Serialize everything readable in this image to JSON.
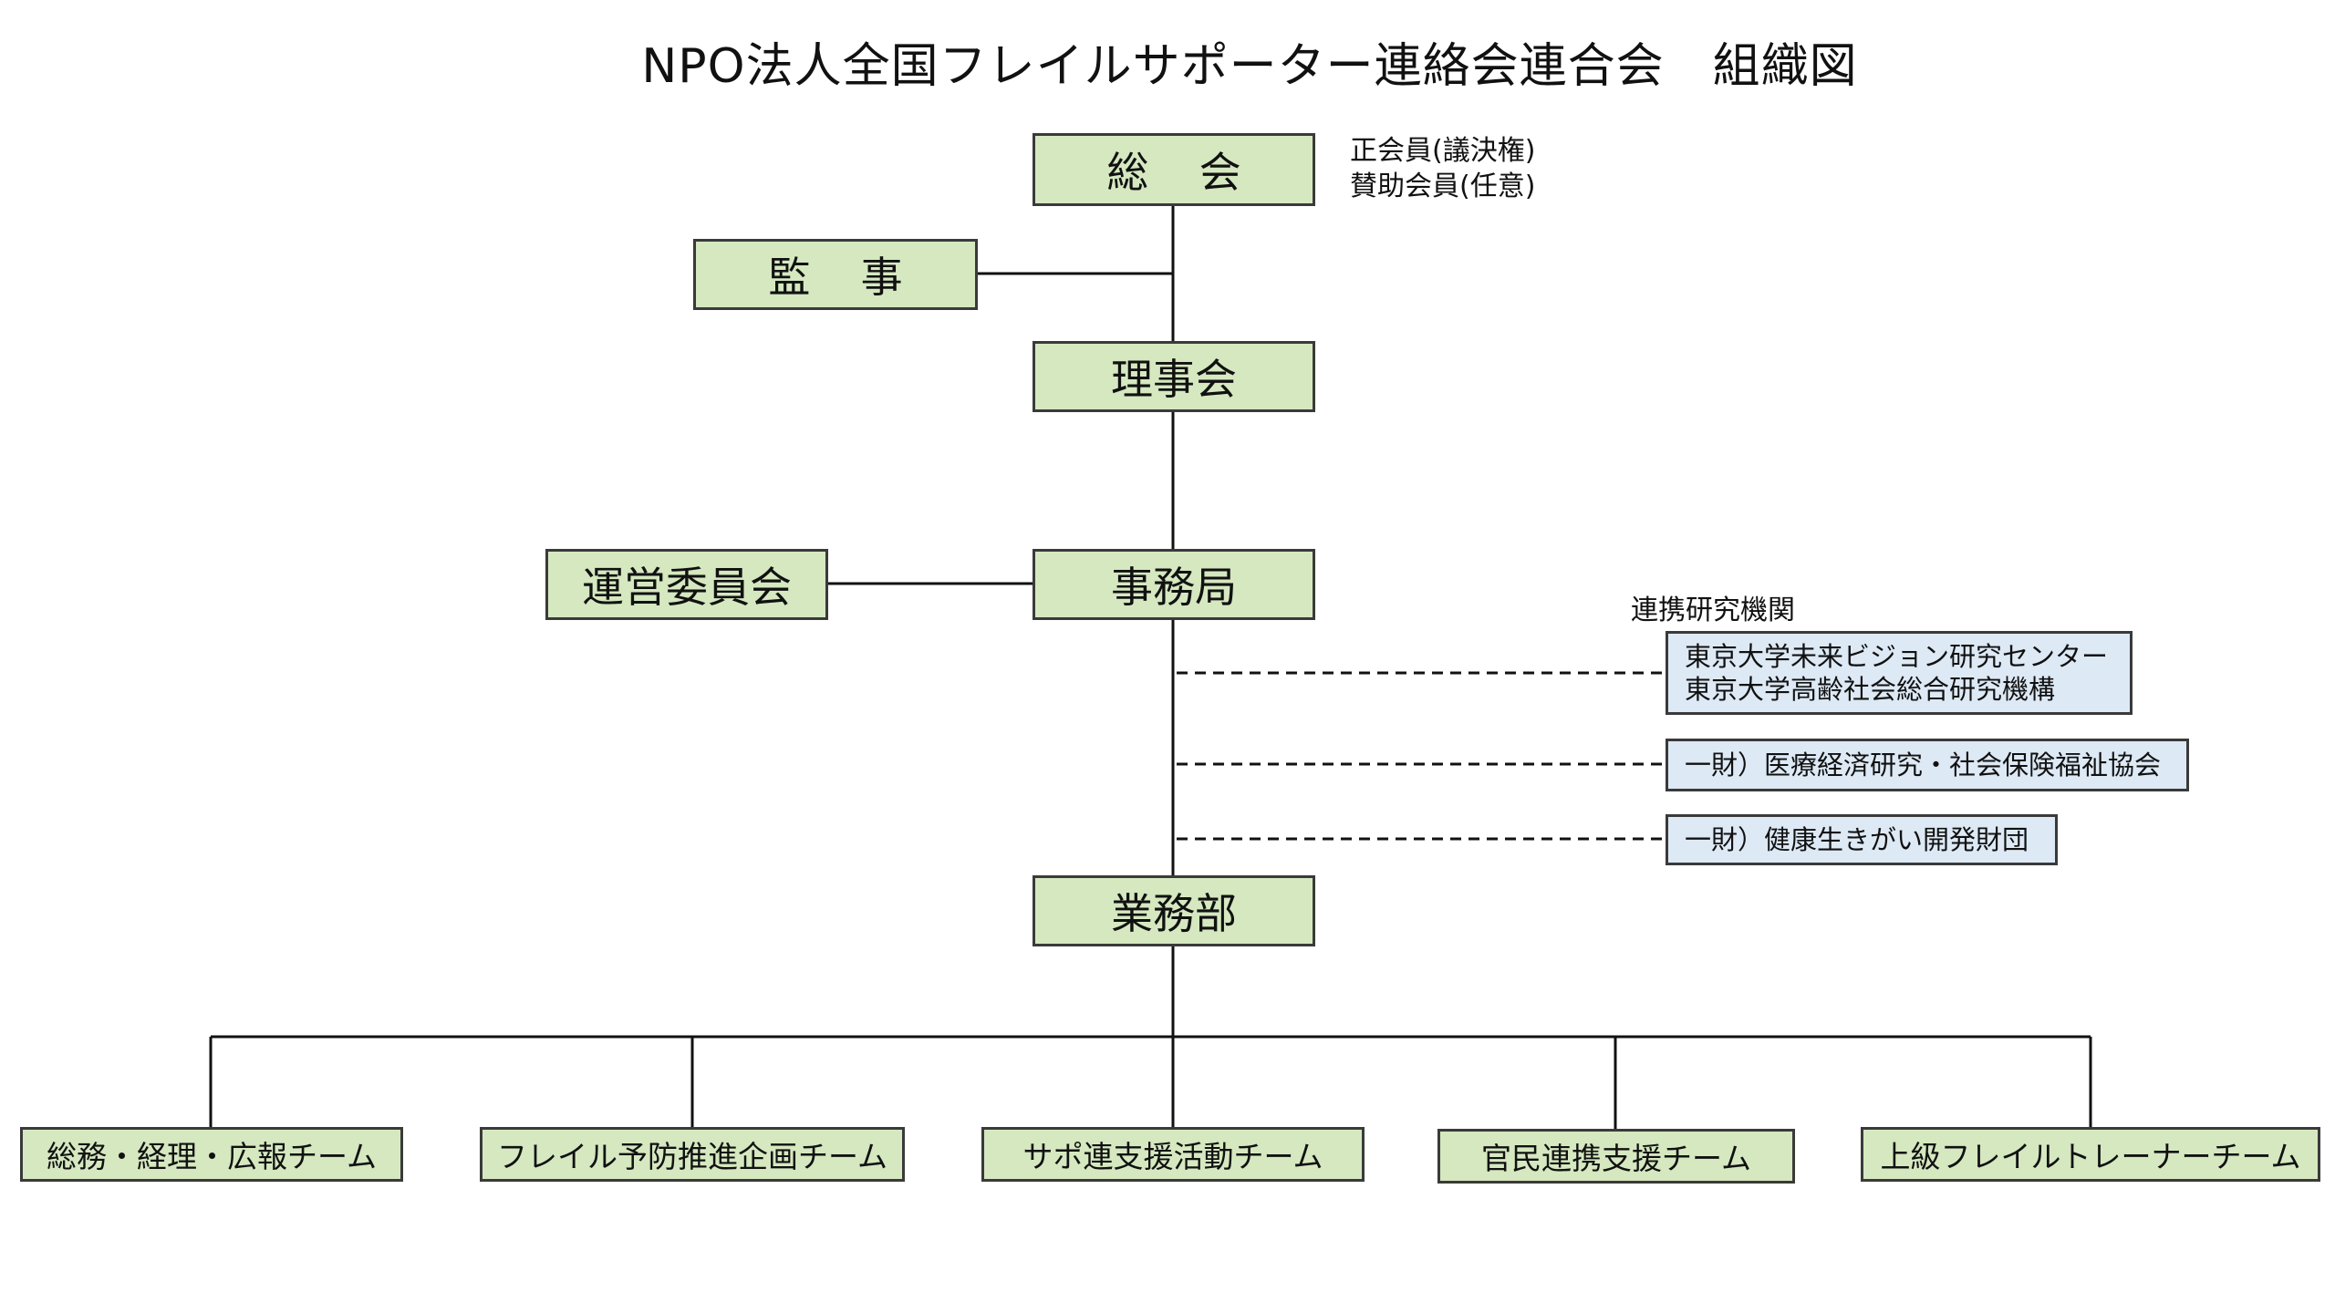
{
  "title": "NPO法人全国フレイルサポーター連絡会連合会　組織図",
  "general_meeting": {
    "label": "総会",
    "notes": [
      "正会員(議決権)",
      "賛助会員(任意)"
    ]
  },
  "auditor": "監事",
  "board": "理事会",
  "secretariat": "事務局",
  "steering_committee": "運営委員会",
  "operations": "業務部",
  "partners": {
    "heading": "連携研究機関",
    "items": [
      {
        "lines": [
          "東京大学未来ビジョン研究センター",
          "東京大学高齢社会総合研究機構"
        ]
      },
      {
        "lines": [
          "一財）医療経済研究・社会保険福祉協会"
        ]
      },
      {
        "lines": [
          "一財）健康生きがい開発財団"
        ]
      }
    ]
  },
  "teams": [
    "総務・経理・広報チーム",
    "フレイル予防推進企画チーム",
    "サポ連支援活動チーム",
    "官民連携支援チーム",
    "上級フレイルトレーナーチーム"
  ],
  "colors": {
    "box_fill": "#d5e8c0",
    "partner_fill": "#dde9f5",
    "line": "#111111"
  }
}
